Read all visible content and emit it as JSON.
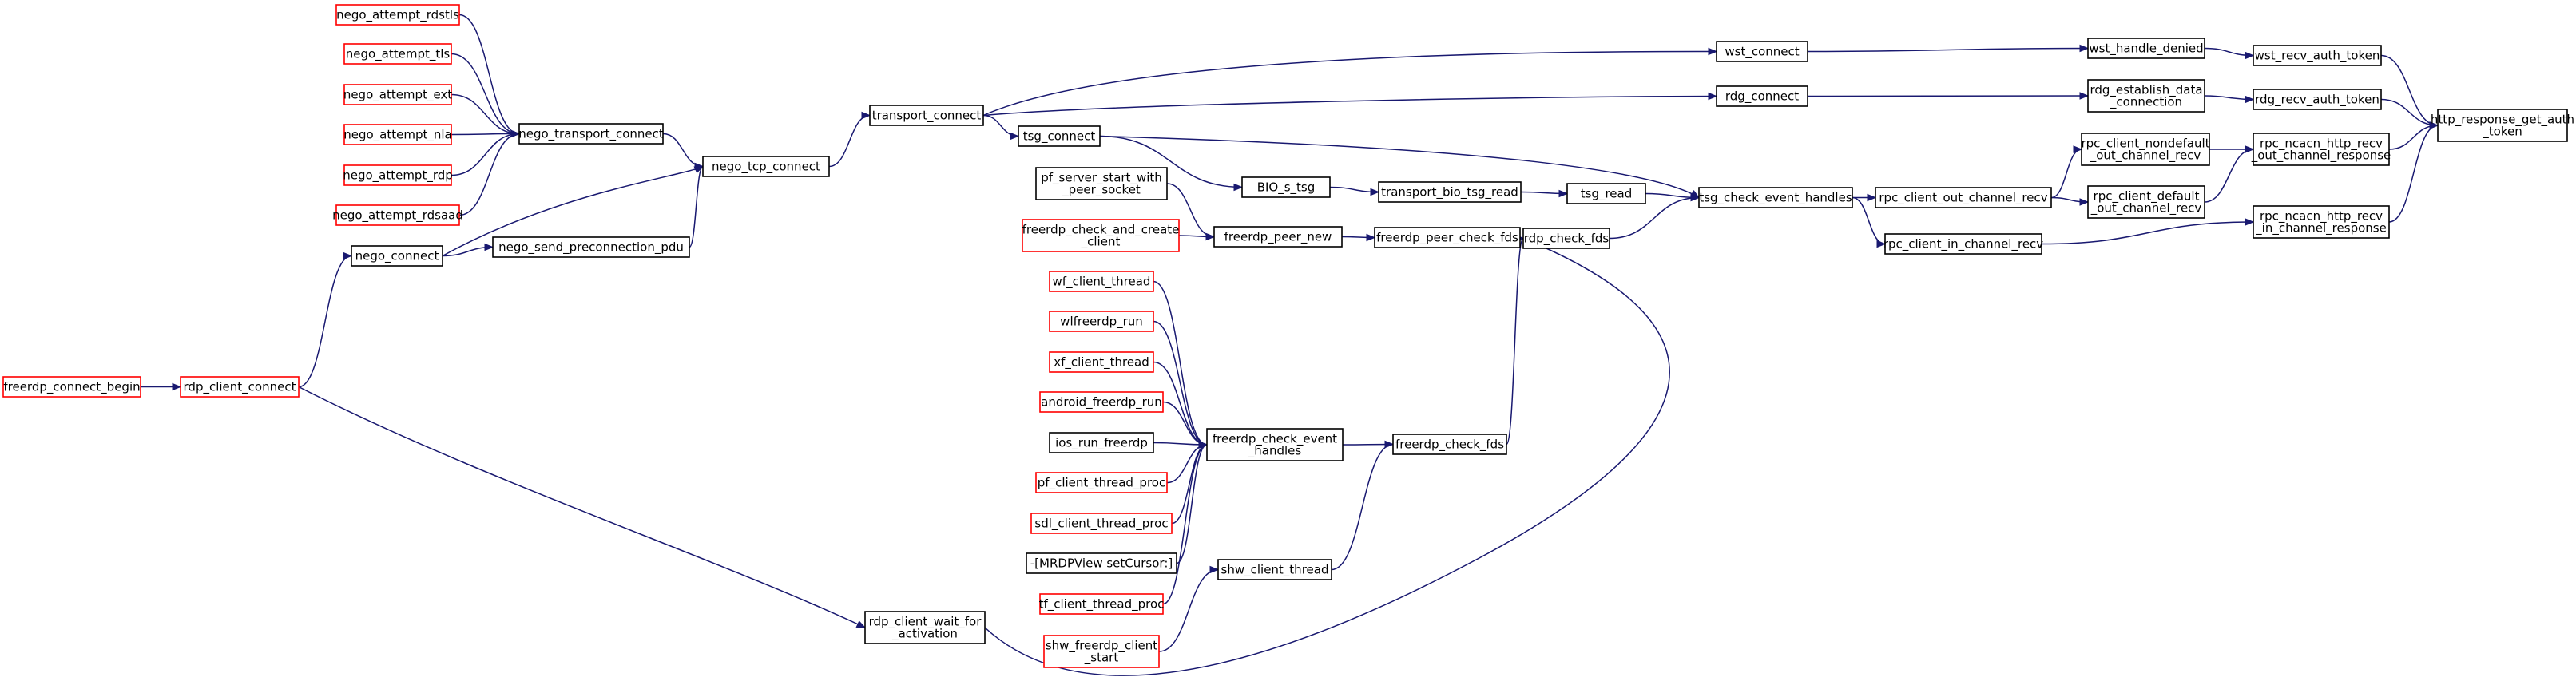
{
  "colors": {
    "edge": "#191970",
    "border_normal": "#000000",
    "border_truncated": "#ff0000",
    "root_fill": "#bfbfbf",
    "background": "#ffffff"
  },
  "nodes": [
    {
      "id": "root",
      "lines": [
        "http_response_get_auth",
        "_token"
      ],
      "style": "root"
    },
    {
      "id": "wst_recv_auth_token",
      "lines": [
        "wst_recv_auth_token"
      ],
      "style": "normal"
    },
    {
      "id": "rdg_recv_auth_token",
      "lines": [
        "rdg_recv_auth_token"
      ],
      "style": "normal"
    },
    {
      "id": "rpc_ncacn_http_recv_out_channel_response",
      "lines": [
        "rpc_ncacn_http_recv",
        "_out_channel_response"
      ],
      "style": "normal"
    },
    {
      "id": "rpc_ncacn_http_recv_in_channel_response",
      "lines": [
        "rpc_ncacn_http_recv",
        "_in_channel_response"
      ],
      "style": "normal"
    },
    {
      "id": "wst_handle_denied",
      "lines": [
        "wst_handle_denied"
      ],
      "style": "normal"
    },
    {
      "id": "rdg_establish_data_connection",
      "lines": [
        "rdg_establish_data",
        "_connection"
      ],
      "style": "normal"
    },
    {
      "id": "rpc_client_nondefault_out_channel_recv",
      "lines": [
        "rpc_client_nondefault",
        "_out_channel_recv"
      ],
      "style": "normal"
    },
    {
      "id": "rpc_client_default_out_channel_recv",
      "lines": [
        "rpc_client_default",
        "_out_channel_recv"
      ],
      "style": "normal"
    },
    {
      "id": "rpc_client_out_channel_recv",
      "lines": [
        "rpc_client_out_channel_recv"
      ],
      "style": "normal"
    },
    {
      "id": "rpc_client_in_channel_recv",
      "lines": [
        "rpc_client_in_channel_recv"
      ],
      "style": "normal"
    },
    {
      "id": "wst_connect",
      "lines": [
        "wst_connect"
      ],
      "style": "normal"
    },
    {
      "id": "rdg_connect",
      "lines": [
        "rdg_connect"
      ],
      "style": "normal"
    },
    {
      "id": "tsg_check_event_handles",
      "lines": [
        "tsg_check_event_handles"
      ],
      "style": "normal"
    },
    {
      "id": "transport_connect",
      "lines": [
        "transport_connect"
      ],
      "style": "normal"
    },
    {
      "id": "tsg_connect",
      "lines": [
        "tsg_connect"
      ],
      "style": "normal"
    },
    {
      "id": "tsg_read",
      "lines": [
        "tsg_read"
      ],
      "style": "normal"
    },
    {
      "id": "transport_bio_tsg_read",
      "lines": [
        "transport_bio_tsg_read"
      ],
      "style": "normal"
    },
    {
      "id": "BIO_s_tsg",
      "lines": [
        "BIO_s_tsg"
      ],
      "style": "normal"
    },
    {
      "id": "rdp_check_fds",
      "lines": [
        "rdp_check_fds"
      ],
      "style": "normal"
    },
    {
      "id": "freerdp_peer_check_fds",
      "lines": [
        "freerdp_peer_check_fds"
      ],
      "style": "normal"
    },
    {
      "id": "freerdp_peer_new",
      "lines": [
        "freerdp_peer_new"
      ],
      "style": "normal"
    },
    {
      "id": "pf_server_start_with_peer_socket",
      "lines": [
        "pf_server_start_with",
        "_peer_socket"
      ],
      "style": "normal"
    },
    {
      "id": "freerdp_check_and_create_client",
      "lines": [
        "freerdp_check_and_create",
        "_client"
      ],
      "style": "truncated"
    },
    {
      "id": "freerdp_check_fds",
      "lines": [
        "freerdp_check_fds"
      ],
      "style": "normal"
    },
    {
      "id": "freerdp_check_event_handles",
      "lines": [
        "freerdp_check_event",
        "_handles"
      ],
      "style": "normal"
    },
    {
      "id": "shw_client_thread",
      "lines": [
        "shw_client_thread"
      ],
      "style": "normal"
    },
    {
      "id": "wf_client_thread",
      "lines": [
        "wf_client_thread"
      ],
      "style": "truncated"
    },
    {
      "id": "wlfreerdp_run",
      "lines": [
        "wlfreerdp_run"
      ],
      "style": "truncated"
    },
    {
      "id": "xf_client_thread",
      "lines": [
        "xf_client_thread"
      ],
      "style": "truncated"
    },
    {
      "id": "android_freerdp_run",
      "lines": [
        "android_freerdp_run"
      ],
      "style": "truncated"
    },
    {
      "id": "ios_run_freerdp",
      "lines": [
        "ios_run_freerdp"
      ],
      "style": "normal"
    },
    {
      "id": "pf_client_thread_proc",
      "lines": [
        "pf_client_thread_proc"
      ],
      "style": "truncated"
    },
    {
      "id": "sdl_client_thread_proc",
      "lines": [
        "sdl_client_thread_proc"
      ],
      "style": "truncated"
    },
    {
      "id": "mrdpview_setcursor",
      "lines": [
        "-[MRDPView setCursor:]"
      ],
      "style": "normal"
    },
    {
      "id": "tf_client_thread_proc",
      "lines": [
        "tf_client_thread_proc"
      ],
      "style": "truncated"
    },
    {
      "id": "shw_freerdp_client_start",
      "lines": [
        "shw_freerdp_client",
        "_start"
      ],
      "style": "truncated"
    },
    {
      "id": "nego_tcp_connect",
      "lines": [
        "nego_tcp_connect"
      ],
      "style": "normal"
    },
    {
      "id": "nego_transport_connect",
      "lines": [
        "nego_transport_connect"
      ],
      "style": "normal"
    },
    {
      "id": "nego_send_preconnection_pdu",
      "lines": [
        "nego_send_preconnection_pdu"
      ],
      "style": "normal"
    },
    {
      "id": "nego_connect",
      "lines": [
        "nego_connect"
      ],
      "style": "normal"
    },
    {
      "id": "nego_attempt_rdstls",
      "lines": [
        "nego_attempt_rdstls"
      ],
      "style": "truncated"
    },
    {
      "id": "nego_attempt_tls",
      "lines": [
        "nego_attempt_tls"
      ],
      "style": "truncated"
    },
    {
      "id": "nego_attempt_ext",
      "lines": [
        "nego_attempt_ext"
      ],
      "style": "truncated"
    },
    {
      "id": "nego_attempt_nla",
      "lines": [
        "nego_attempt_nla"
      ],
      "style": "truncated"
    },
    {
      "id": "nego_attempt_rdp",
      "lines": [
        "nego_attempt_rdp"
      ],
      "style": "truncated"
    },
    {
      "id": "nego_attempt_rdsaad",
      "lines": [
        "nego_attempt_rdsaad"
      ],
      "style": "truncated"
    },
    {
      "id": "rdp_client_connect",
      "lines": [
        "rdp_client_connect"
      ],
      "style": "truncated"
    },
    {
      "id": "freerdp_connect_begin",
      "lines": [
        "freerdp_connect_begin"
      ],
      "style": "truncated"
    },
    {
      "id": "rdp_client_wait_for_activation",
      "lines": [
        "rdp_client_wait_for",
        "_activation"
      ],
      "style": "normal"
    }
  ],
  "edges": [
    {
      "from": "wst_recv_auth_token",
      "to": "root"
    },
    {
      "from": "rdg_recv_auth_token",
      "to": "root"
    },
    {
      "from": "rpc_ncacn_http_recv_out_channel_response",
      "to": "root"
    },
    {
      "from": "rpc_ncacn_http_recv_in_channel_response",
      "to": "root"
    },
    {
      "from": "wst_handle_denied",
      "to": "wst_recv_auth_token"
    },
    {
      "from": "rdg_establish_data_connection",
      "to": "rdg_recv_auth_token"
    },
    {
      "from": "rpc_client_nondefault_out_channel_recv",
      "to": "rpc_ncacn_http_recv_out_channel_response"
    },
    {
      "from": "rpc_client_default_out_channel_recv",
      "to": "rpc_ncacn_http_recv_out_channel_response"
    },
    {
      "from": "rpc_client_in_channel_recv",
      "to": "rpc_ncacn_http_recv_in_channel_response"
    },
    {
      "from": "wst_connect",
      "to": "wst_handle_denied"
    },
    {
      "from": "rdg_connect",
      "to": "rdg_establish_data_connection"
    },
    {
      "from": "rpc_client_out_channel_recv",
      "to": "rpc_client_nondefault_out_channel_recv"
    },
    {
      "from": "rpc_client_out_channel_recv",
      "to": "rpc_client_default_out_channel_recv"
    },
    {
      "from": "tsg_check_event_handles",
      "to": "rpc_client_out_channel_recv"
    },
    {
      "from": "tsg_check_event_handles",
      "to": "rpc_client_in_channel_recv"
    },
    {
      "from": "transport_connect",
      "to": "wst_connect"
    },
    {
      "from": "transport_connect",
      "to": "rdg_connect"
    },
    {
      "from": "tsg_connect",
      "to": "tsg_check_event_handles"
    },
    {
      "from": "tsg_read",
      "to": "tsg_check_event_handles"
    },
    {
      "from": "rdp_check_fds",
      "to": "tsg_check_event_handles"
    },
    {
      "from": "transport_connect",
      "to": "tsg_connect"
    },
    {
      "from": "transport_bio_tsg_read",
      "to": "tsg_read"
    },
    {
      "from": "BIO_s_tsg",
      "to": "transport_bio_tsg_read"
    },
    {
      "from": "tsg_connect",
      "to": "BIO_s_tsg"
    },
    {
      "from": "freerdp_peer_check_fds",
      "to": "rdp_check_fds"
    },
    {
      "from": "freerdp_check_fds",
      "to": "rdp_check_fds"
    },
    {
      "from": "rdp_client_wait_for_activation",
      "to": "rdp_check_fds"
    },
    {
      "from": "freerdp_peer_new",
      "to": "freerdp_peer_check_fds"
    },
    {
      "from": "pf_server_start_with_peer_socket",
      "to": "freerdp_peer_new"
    },
    {
      "from": "freerdp_check_and_create_client",
      "to": "freerdp_peer_new"
    },
    {
      "from": "freerdp_check_event_handles",
      "to": "freerdp_check_fds"
    },
    {
      "from": "shw_client_thread",
      "to": "freerdp_check_fds"
    },
    {
      "from": "wf_client_thread",
      "to": "freerdp_check_event_handles"
    },
    {
      "from": "wlfreerdp_run",
      "to": "freerdp_check_event_handles"
    },
    {
      "from": "xf_client_thread",
      "to": "freerdp_check_event_handles"
    },
    {
      "from": "android_freerdp_run",
      "to": "freerdp_check_event_handles"
    },
    {
      "from": "ios_run_freerdp",
      "to": "freerdp_check_event_handles"
    },
    {
      "from": "pf_client_thread_proc",
      "to": "freerdp_check_event_handles"
    },
    {
      "from": "sdl_client_thread_proc",
      "to": "freerdp_check_event_handles"
    },
    {
      "from": "mrdpview_setcursor",
      "to": "freerdp_check_event_handles"
    },
    {
      "from": "tf_client_thread_proc",
      "to": "freerdp_check_event_handles"
    },
    {
      "from": "shw_freerdp_client_start",
      "to": "shw_client_thread"
    },
    {
      "from": "nego_tcp_connect",
      "to": "transport_connect"
    },
    {
      "from": "nego_transport_connect",
      "to": "nego_tcp_connect"
    },
    {
      "from": "nego_send_preconnection_pdu",
      "to": "nego_tcp_connect"
    },
    {
      "from": "nego_connect",
      "to": "nego_tcp_connect"
    },
    {
      "from": "nego_attempt_rdstls",
      "to": "nego_transport_connect"
    },
    {
      "from": "nego_attempt_tls",
      "to": "nego_transport_connect"
    },
    {
      "from": "nego_attempt_ext",
      "to": "nego_transport_connect"
    },
    {
      "from": "nego_attempt_nla",
      "to": "nego_transport_connect"
    },
    {
      "from": "nego_attempt_rdp",
      "to": "nego_transport_connect"
    },
    {
      "from": "nego_attempt_rdsaad",
      "to": "nego_transport_connect"
    },
    {
      "from": "nego_connect",
      "to": "nego_send_preconnection_pdu"
    },
    {
      "from": "rdp_client_connect",
      "to": "nego_connect"
    },
    {
      "from": "freerdp_connect_begin",
      "to": "rdp_client_connect"
    },
    {
      "from": "rdp_client_connect",
      "to": "rdp_client_wait_for_activation"
    }
  ]
}
